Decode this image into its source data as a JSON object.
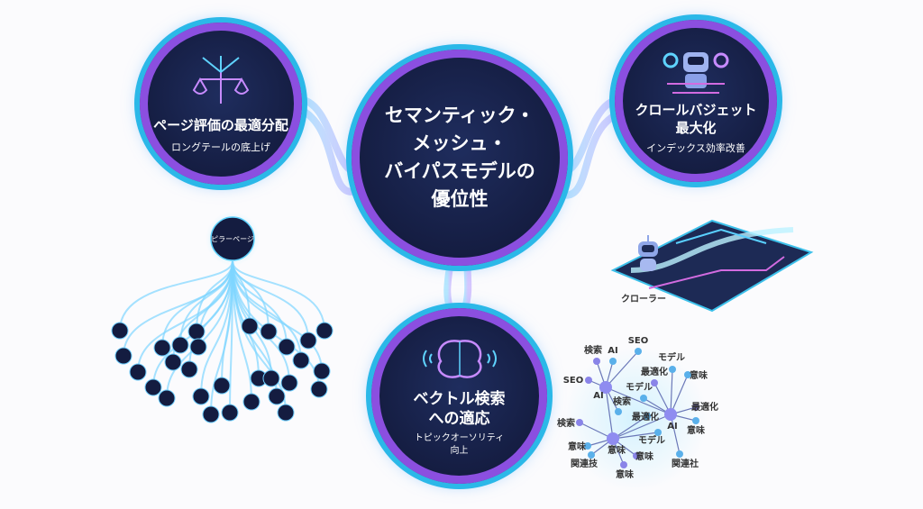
{
  "center": {
    "title_lines": [
      "セマンティック・",
      "メッシュ・",
      "バイパスモデルの",
      "優位性"
    ]
  },
  "top_left": {
    "title": "ページ評価の最適分配",
    "subtitle": "ロングテールの底上げ",
    "icon": "balance-scale-arrows-icon"
  },
  "top_right": {
    "title_lines": [
      "クロールバジェット",
      "最大化"
    ],
    "subtitle": "インデックス効率改善",
    "icon": "robot-gears-icon"
  },
  "bottom": {
    "title_lines": [
      "ベクトル検索",
      "への適応"
    ],
    "subtitle_lines": [
      "トピックオーソリティ",
      "向上"
    ],
    "icon": "brain-icon"
  },
  "pillar": {
    "label": "ピラーページ"
  },
  "crawler": {
    "label": "クローラー",
    "icon": "robot-icon"
  },
  "network": {
    "hubs": [
      "AI",
      "AI",
      "意味"
    ],
    "labels": [
      "検索",
      "AI",
      "SEO",
      "SEO",
      "モデル",
      "意味",
      "最適化",
      "モデル",
      "検索",
      "最適化",
      "最適化",
      "意味",
      "検索",
      "モデル",
      "意味",
      "意味",
      "関連技",
      "関連社",
      "意味"
    ]
  },
  "colors": {
    "navy": "#141c40",
    "cyan": "#2bb8e8",
    "purple": "#8b4fe0"
  }
}
